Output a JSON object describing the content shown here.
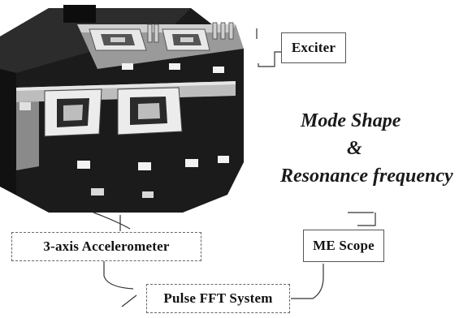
{
  "labels": {
    "exciter": "Exciter",
    "mode_shape": "Mode Shape",
    "ampersand": "&",
    "resonance": "Resonance frequency",
    "accelerometer": "3-axis Accelerometer",
    "me_scope": "ME Scope",
    "pulse_fft": "Pulse FFT System"
  },
  "colors": {
    "machine_dark": "#1b1b1b",
    "machine_mid": "#3a3a3a",
    "machine_light": "#d9d9d9",
    "line": "#333333"
  }
}
